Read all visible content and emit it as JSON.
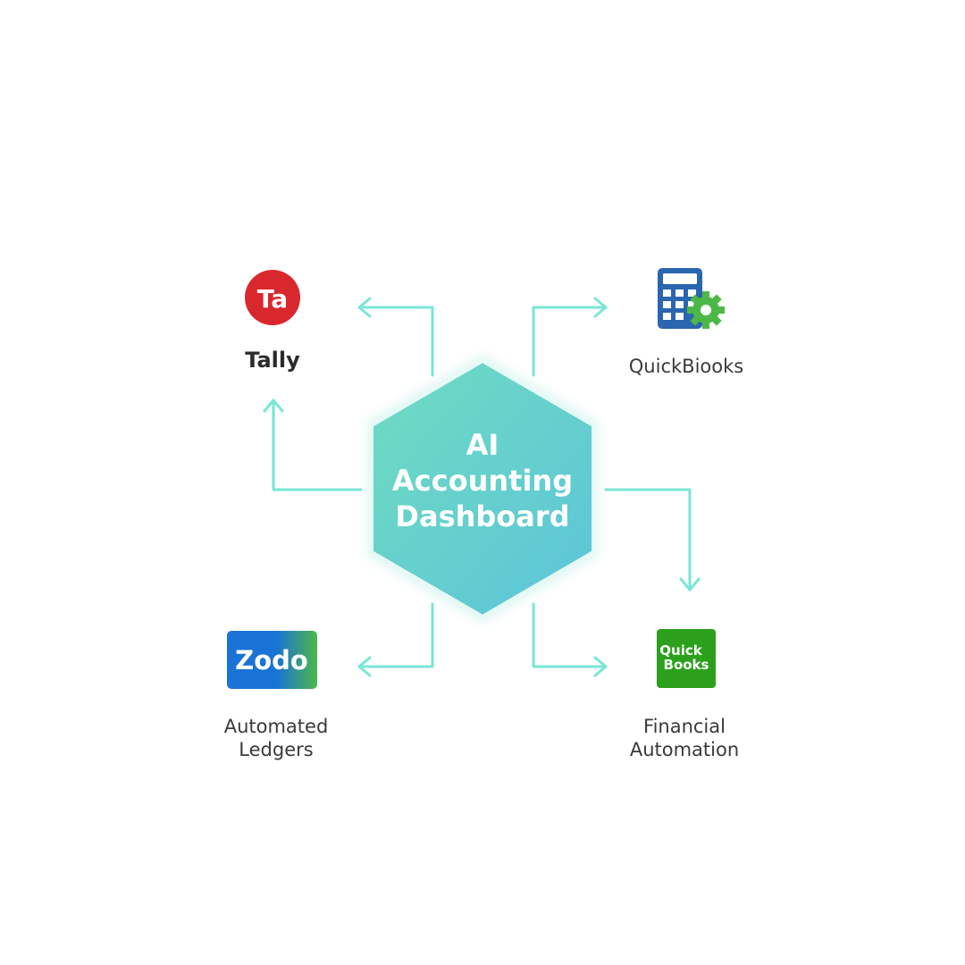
{
  "hub": {
    "lines": [
      "AI",
      "Accounting",
      "Dashboard"
    ],
    "color_start": "#6fdcc0",
    "color_end": "#5cc4da"
  },
  "connector_color": "#7ae6d6",
  "nodes": {
    "tally": {
      "label": "Tally",
      "logo_text": "Ta",
      "logo_color": "#d9272e"
    },
    "quickbooks_top": {
      "label": "QuickBiooks",
      "icon": "calculator-gear-icon",
      "icon_color": "#2a66b0",
      "gear_color": "#4cb848"
    },
    "automated_ledgers": {
      "label_lines": [
        "Automated",
        "Ledgers"
      ],
      "logo_text": "Zodo",
      "logo_colors": [
        "#1a73d6",
        "#4cb848"
      ]
    },
    "financial_automation": {
      "label_lines": [
        "Financial",
        "Automation"
      ],
      "logo_lines": [
        "Quick",
        "Books"
      ],
      "logo_color": "#2ca01c"
    }
  }
}
